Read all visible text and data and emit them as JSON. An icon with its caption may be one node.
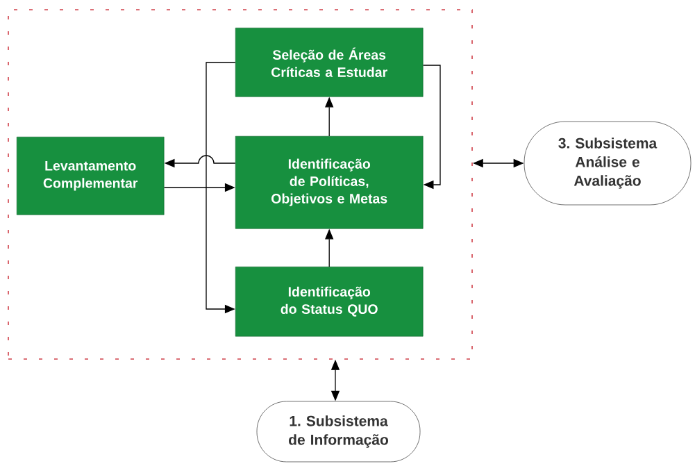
{
  "diagram": {
    "nodes": [
      {
        "text": [],
        "shape": "box"
      },
      {
        "text": [
          "Seleção de Áreas Críticas a Estudar"
        ],
        "in": 0
      },
      {
        "text": [
          "Levantamento Complementar"
        ],
        "in": 0
      },
      {
        "text": [
          "Identificação de Políticas, Objetivos e Metas"
        ],
        "in": 0
      },
      {
        "text": [
          "Identificação do Status  QUO"
        ],
        "in": 0
      },
      {
        "text": [
          "3. Subsistema Análise e Avaliação"
        ]
      },
      {
        "text": [
          "1. Subsistema de Informação"
        ]
      }
    ],
    "edges": [
      {
        "from": 3,
        "to": 1,
        "arrow": "to"
      },
      {
        "from": 4,
        "to": 3,
        "arrow": "to"
      },
      {
        "from": 1,
        "to": 3,
        "arrow": "to"
      },
      {
        "from": 3,
        "to": 2,
        "arrow": "to"
      },
      {
        "from": 2,
        "to": 3,
        "arrow": "to"
      },
      {
        "from": 1,
        "to": 4,
        "arrow": "to"
      },
      {
        "from": 0,
        "to": 5,
        "arrow": "both"
      },
      {
        "from": 0,
        "to": 6,
        "arrow": "both"
      }
    ]
  }
}
